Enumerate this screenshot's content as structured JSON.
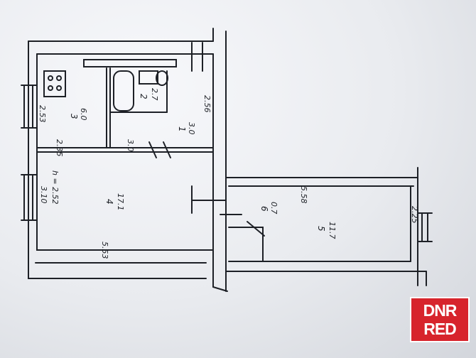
{
  "plan": {
    "rooms": [
      {
        "id": "1",
        "number": "1",
        "area": "3.0"
      },
      {
        "id": "2",
        "number": "2",
        "area": "2.7"
      },
      {
        "id": "3",
        "number": "3",
        "area": "6.0"
      },
      {
        "id": "4",
        "number": "4",
        "area": "17.1"
      },
      {
        "id": "5",
        "number": "5",
        "area": "11.7"
      },
      {
        "id": "6",
        "number": "6",
        "area": "0.7"
      }
    ],
    "dimensions": {
      "d253": "2.53",
      "d235": "2.35",
      "d256": "2.56",
      "d30": "3.0",
      "d310": "3.10",
      "height": "h = 2.52",
      "d553": "5.53",
      "d558": "5.58",
      "d225": "2.25"
    }
  },
  "watermark": {
    "line1": "DNR",
    "line2": "RED"
  },
  "colors": {
    "ink": "#1d2026",
    "paper": "#eceef2",
    "watermark": "#d7242c"
  }
}
